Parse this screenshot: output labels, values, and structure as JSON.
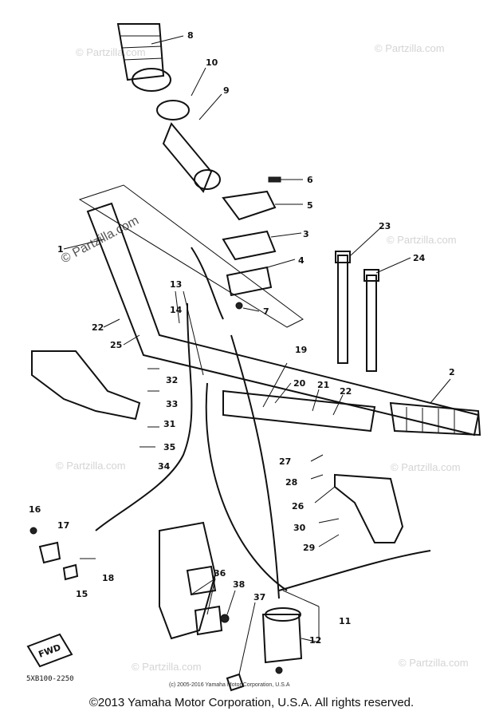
{
  "watermark": "© Partzilla.com",
  "watermark_small": "© Partzilla.com",
  "part_labels": [
    "8",
    "10",
    "9",
    "6",
    "5",
    "3",
    "4",
    "7",
    "23",
    "24",
    "1",
    "13",
    "14",
    "22",
    "25",
    "19",
    "20",
    "21",
    "22",
    "2",
    "32",
    "33",
    "31",
    "35",
    "34",
    "27",
    "28",
    "26",
    "30",
    "29",
    "16",
    "17",
    "18",
    "15",
    "36",
    "38",
    "37",
    "11",
    "12"
  ],
  "diagram_ref": "5XB100-2250",
  "fwd_tag": "FWD",
  "footer_small": "(c) 2005-2016 Yamaha Motor Corporation, U.S.A",
  "copyright": "©2013 Yamaha Motor Corporation, U.S.A. All rights reserved."
}
